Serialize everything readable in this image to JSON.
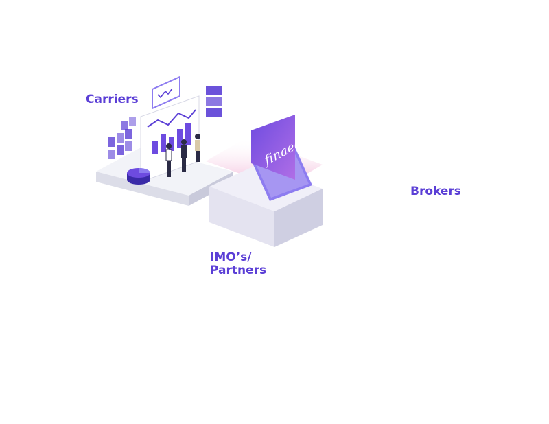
{
  "colors": {
    "accent": "#5b3fd6",
    "accent_light": "#8d7cf0",
    "platform_top": "#f2f3f8",
    "platform_side": "#dcdde8",
    "link_line": "#5aa9e6",
    "link_dashed_center": "#6a5ac8",
    "hub_glow": "#e46fb2"
  },
  "nodes": {
    "carriers": {
      "label": "Carriers"
    },
    "imo_partners": {
      "label": "IMO’s/\nPartners"
    },
    "brokers": {
      "label": "Brokers"
    },
    "hub": {
      "brand": "finaeo"
    }
  },
  "icons": [
    "laptop-icon",
    "phone-icon",
    "bar-chart-icon",
    "pie-chart-icon",
    "checkmark-board-icon",
    "person-icon",
    "document-icon"
  ]
}
